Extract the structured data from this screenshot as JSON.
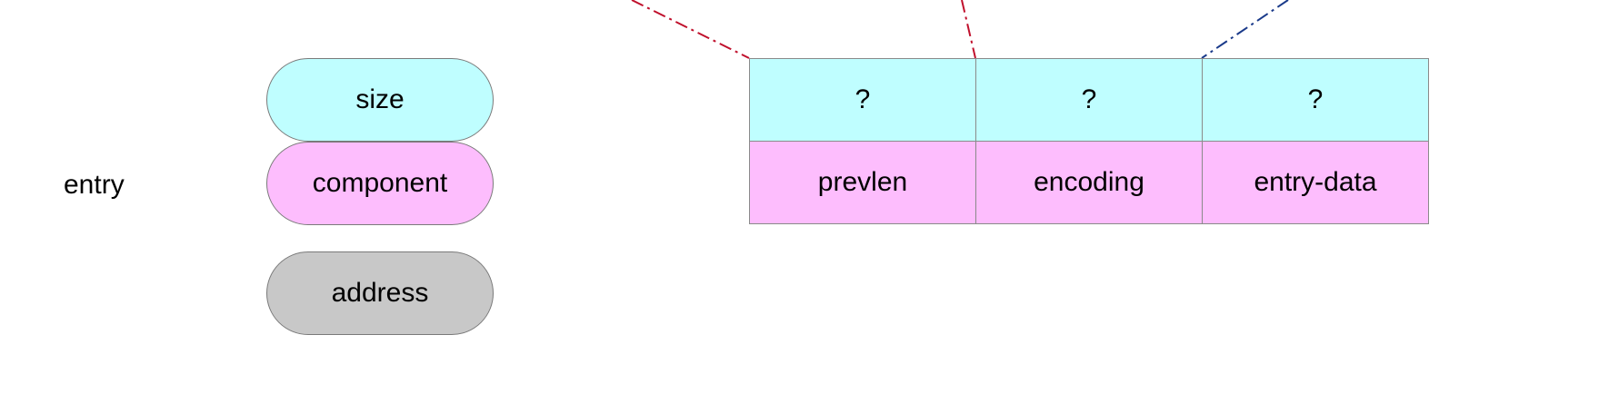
{
  "colors": {
    "size": "#bffeff",
    "component": "#fdbdfd",
    "address": "#c8c8c8",
    "red_line": "#c0102c",
    "blue_line": "#1a3a8a"
  },
  "legend": {
    "row_label": "entry",
    "items": [
      {
        "label": "size"
      },
      {
        "label": "component"
      },
      {
        "label": "address"
      }
    ]
  },
  "table": {
    "size_row": [
      "?",
      "?",
      "?"
    ],
    "component_row": [
      "prevlen",
      "encoding",
      "entry-data"
    ]
  }
}
